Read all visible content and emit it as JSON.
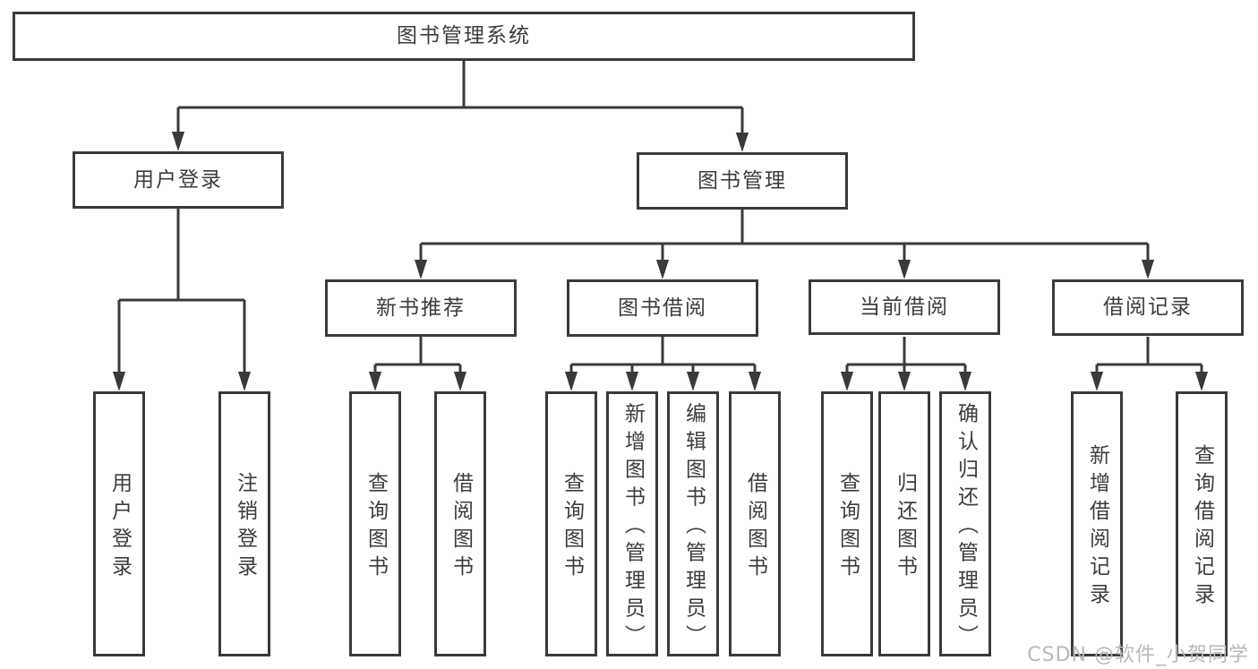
{
  "diagram": {
    "root": {
      "label": "图书管理系统"
    },
    "user_login": {
      "label": "用户登录",
      "children": [
        {
          "label": "用户登录"
        },
        {
          "label": "注销登录"
        }
      ]
    },
    "book_mgmt": {
      "label": "图书管理",
      "sections": [
        {
          "label": "新书推荐",
          "children": [
            {
              "label": "查询图书"
            },
            {
              "label": "借阅图书"
            }
          ]
        },
        {
          "label": "图书借阅",
          "children": [
            {
              "label": "查询图书"
            },
            {
              "label": "新增图书（管理员）"
            },
            {
              "label": "编辑图书（管理员）"
            },
            {
              "label": "借阅图书"
            }
          ]
        },
        {
          "label": "当前借阅",
          "children": [
            {
              "label": "查询图书"
            },
            {
              "label": "归还图书"
            },
            {
              "label": "确认归还（管理员）"
            }
          ]
        },
        {
          "label": "借阅记录",
          "children": [
            {
              "label": "新增借阅记录"
            },
            {
              "label": "查询借阅记录"
            }
          ]
        }
      ]
    },
    "watermark": "CSDN @软件_小贺同学"
  },
  "colors": {
    "line": "#3a3a3a",
    "text": "#3c3c3c",
    "watermark": "#b9b9b9",
    "background": "#ffffff"
  }
}
